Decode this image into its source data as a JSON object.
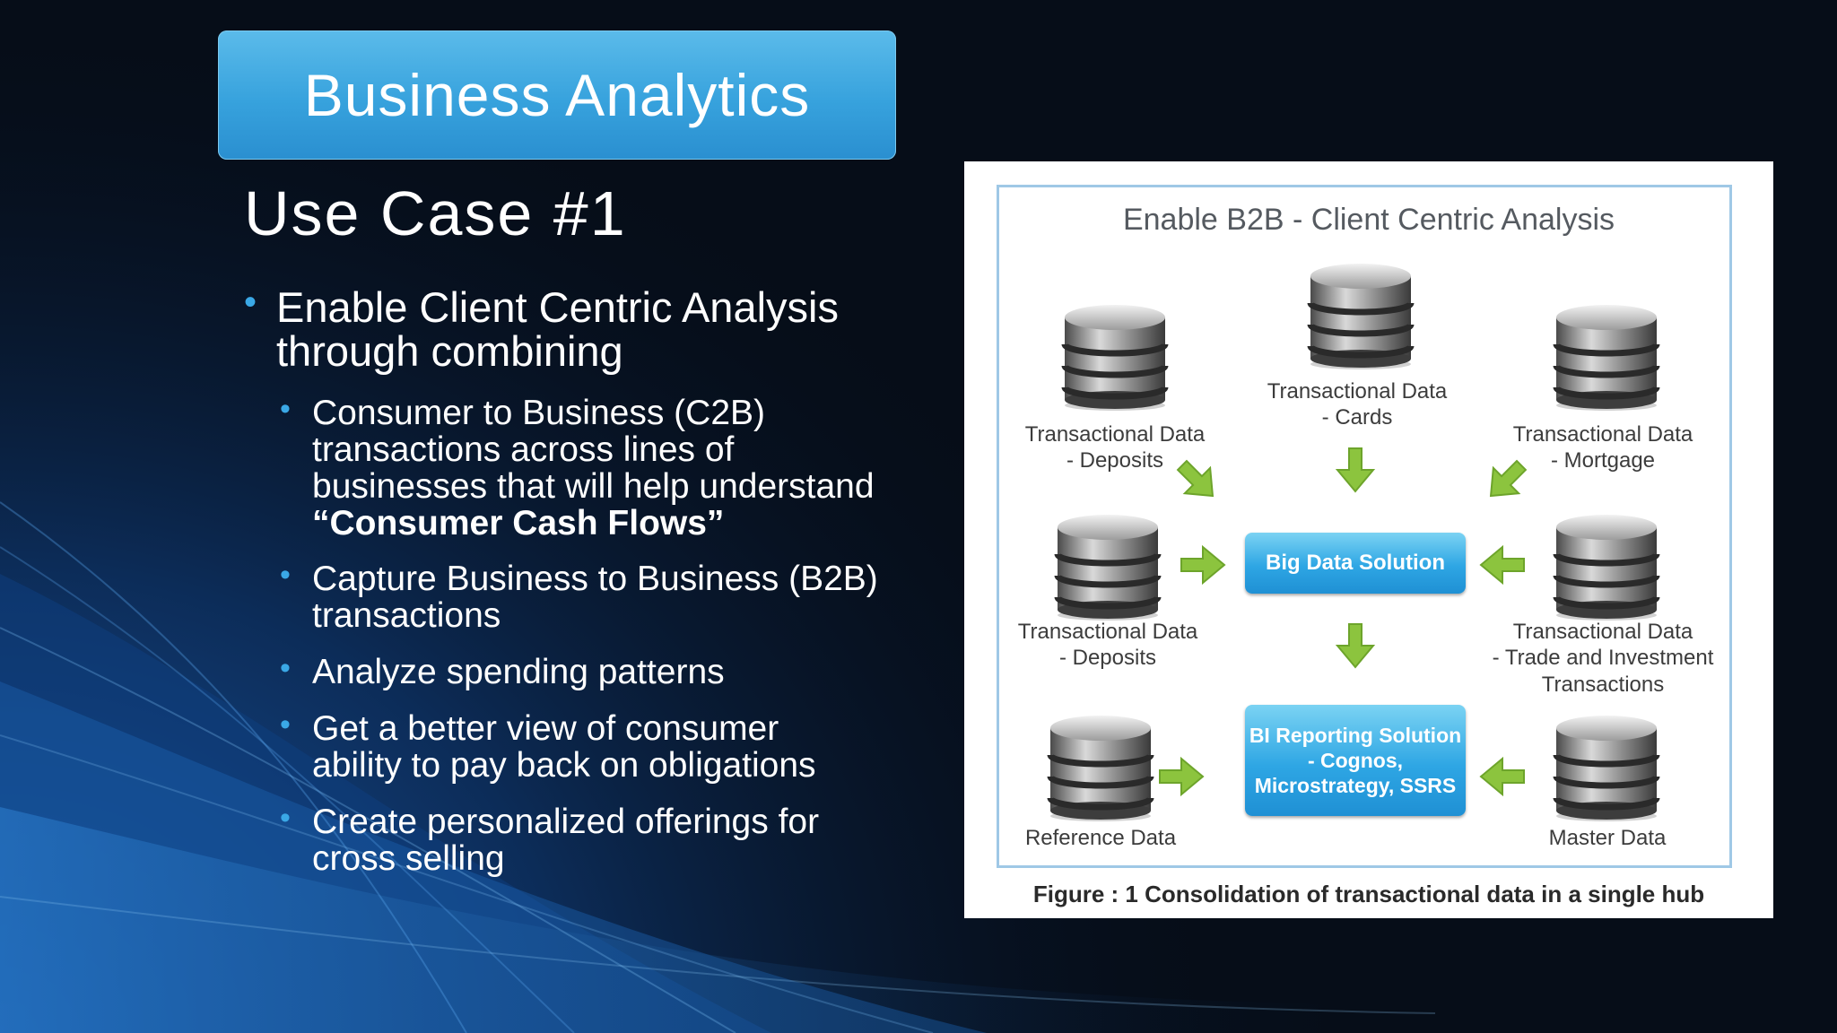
{
  "colors": {
    "background": "#060d18",
    "banner": "#37a2dd",
    "bullet_dot": "#3aa8e6",
    "arrow_green": "#8cc43e",
    "solution_box": "#2ea6e4"
  },
  "title": "Business Analytics",
  "subtitle": "Use Case #1",
  "bullet_main": {
    "line1": "Enable Client Centric Analysis",
    "line2": "through combining"
  },
  "sub_bullets": [
    {
      "lines": [
        "Consumer to Business (C2B)",
        "transactions across lines of",
        "businesses that will help understand"
      ],
      "emphasis": "“Consumer Cash Flows”"
    },
    {
      "lines": [
        "Capture Business to Business (B2B)",
        "transactions"
      ]
    },
    {
      "lines": [
        "Analyze spending patterns"
      ]
    },
    {
      "lines": [
        "Get a better view of consumer",
        "ability to pay back on obligations"
      ]
    },
    {
      "lines": [
        "Create personalized offerings for",
        "cross selling"
      ]
    }
  ],
  "figure": {
    "title": "Enable B2B - Client Centric Analysis",
    "labels": {
      "deposits_top": "Transactional Data\n- Deposits",
      "cards": "Transactional Data\n- Cards",
      "mortgage": "Transactional Data\n- Mortgage",
      "deposits_mid": "Transactional Data\n- Deposits",
      "trade": "Transactional Data\n- Trade and Investment\nTransactions",
      "reference": "Reference Data",
      "master": "Master Data"
    },
    "big_data_box": "Big Data Solution",
    "bi_box": "BI Reporting Solution\n- Cognos,\nMicrostrategy, SSRS",
    "caption": "Figure : 1 Consolidation of transactional data in a single hub",
    "icons": [
      "database-icon",
      "arrow-icon"
    ]
  }
}
